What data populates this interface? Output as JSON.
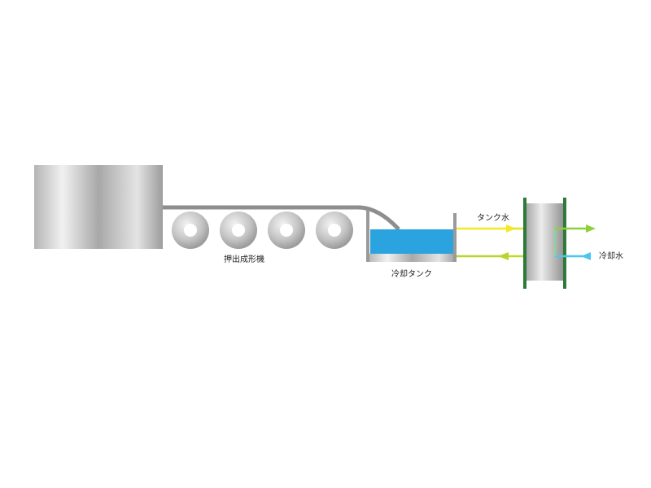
{
  "labels": {
    "extruder": "押出成形機",
    "cooling_tank": "冷却タンク",
    "tank_water": "タンク水",
    "cooling_water": "冷却水"
  },
  "colors": {
    "tank_water_line": "#f2ea24",
    "return_line": "#b7d52e",
    "cooling_water_line": "#4cc6ee",
    "exchanger_frame": "#2d7a3a",
    "water_fill": "#2aa3de",
    "pipe": "#8a8a8a"
  },
  "icons": {
    "extruder": "extruder-body",
    "rollers": "roller-disc",
    "tank": "cooling-tank",
    "exchanger": "heat-exchanger-plate"
  }
}
